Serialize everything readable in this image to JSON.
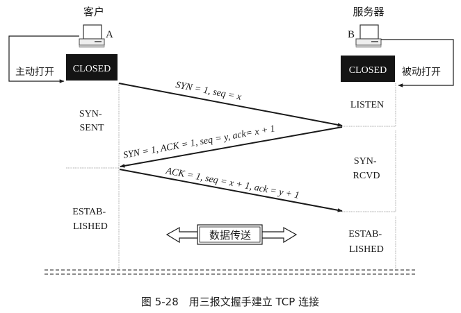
{
  "client": {
    "title": "客户",
    "host_label": "A",
    "initial_state": "CLOSED",
    "open_action": "主动打开",
    "states": [
      {
        "lines": [
          "SYN-",
          "SENT"
        ]
      },
      {
        "lines": [
          "ESTAB-",
          "LISHED"
        ]
      }
    ]
  },
  "server": {
    "title": "服务器",
    "host_label": "B",
    "initial_state": "CLOSED",
    "open_action": "被动打开",
    "states": [
      {
        "lines": [
          "LISTEN"
        ]
      },
      {
        "lines": [
          "SYN-",
          "RCVD"
        ]
      },
      {
        "lines": [
          "ESTAB-",
          "LISHED"
        ]
      }
    ]
  },
  "messages": [
    {
      "direction": "client-to-server",
      "label": "SYN = 1, seq = x"
    },
    {
      "direction": "server-to-client",
      "label": "SYN = 1, ACK = 1, seq = y, ack= x + 1"
    },
    {
      "direction": "client-to-server",
      "label": "ACK = 1, seq = x + 1, ack = y + 1"
    }
  ],
  "data_transfer": {
    "label": "数据传送"
  },
  "caption": "图 5-28　用三报文握手建立 TCP 连接",
  "colors": {
    "ink": "#1a1a1a",
    "state_box": "#141414",
    "state_text": "#ffffff",
    "grid": "#b0b0b0"
  }
}
